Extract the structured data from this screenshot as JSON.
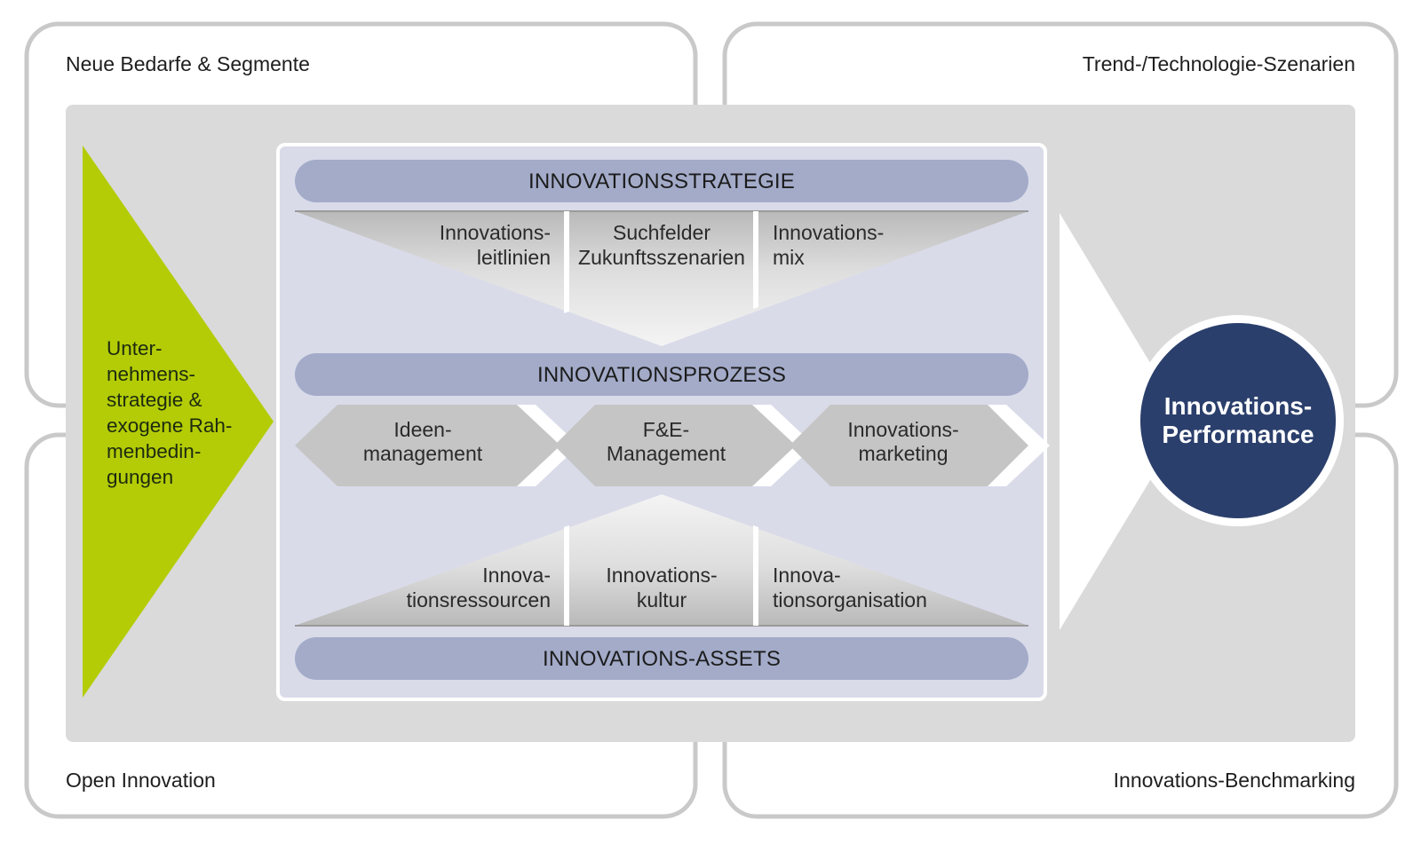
{
  "corners": {
    "top_left": "Neue Bedarfe & Segmente",
    "top_right": "Trend-/Technologie-Szenarien",
    "bottom_left": "Open Innovation",
    "bottom_right": "Innovations-Benchmarking"
  },
  "left_arrow": {
    "lines": [
      "Unter-",
      "nehmens-",
      "strategie &",
      "exogene Rah-",
      "menbedin-",
      "gungen"
    ],
    "color": "#b3cc06"
  },
  "bars": {
    "strategy": "INNOVATIONSSTRATEGIE",
    "process": "INNOVATIONSPROZESS",
    "assets": "INNOVATIONS-ASSETS"
  },
  "strategy_fields": [
    {
      "lines": [
        "Innovations-",
        "leitlinien"
      ]
    },
    {
      "lines": [
        "Suchfelder",
        "Zukunftsszenarien"
      ]
    },
    {
      "lines": [
        "Innovations-",
        "mix"
      ]
    }
  ],
  "process_steps": [
    {
      "lines": [
        "Ideen-",
        "management"
      ]
    },
    {
      "lines": [
        "F&E-",
        "Management"
      ]
    },
    {
      "lines": [
        "Innovations-",
        "marketing"
      ]
    }
  ],
  "asset_fields": [
    {
      "lines": [
        "Innova-",
        "tionsressourcen"
      ]
    },
    {
      "lines": [
        "Innovations-",
        "kultur"
      ]
    },
    {
      "lines": [
        "Innova-",
        "tionsorganisation"
      ]
    }
  ],
  "performance": {
    "lines": [
      "Innovations-",
      "Performance"
    ],
    "color": "#2b3f6c"
  },
  "colors": {
    "frame": "#c9c9c9",
    "band": "#dadada",
    "panel": "#d9dbe9",
    "bar": "#a3abc9",
    "chevron": "#c5c5c5"
  }
}
